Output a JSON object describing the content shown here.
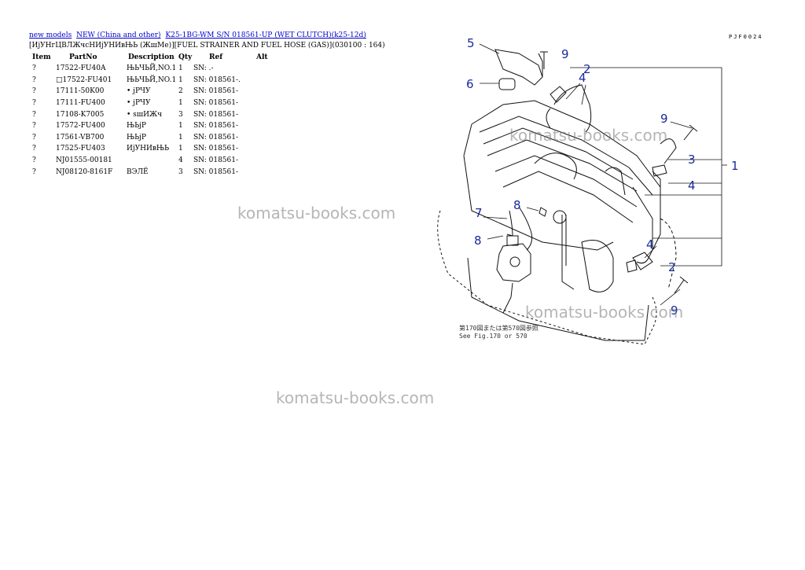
{
  "breadcrumb": {
    "link1": "new models",
    "link2": "NEW (China and other)",
    "link3": "K25-1BG-WM S/N 018561-UP (WET CLUTCH)(k25-12d)"
  },
  "subtitle": "[ИјУНгЦВЛЖчсНИјУНИвЊЬ (ЖшМе)][FUEL STRAINER AND FUEL HOSE (GAS)](030100 : 164)",
  "table": {
    "headers": {
      "item": "Item",
      "part": "PartNo",
      "desc": "Description",
      "qty": "Qty",
      "ref": "Ref",
      "alt": "Alt"
    },
    "rows": [
      {
        "item": "?",
        "part": "17522-FU40A",
        "desc": "ЊЬЧЬЙ,NO.1",
        "qty": "1",
        "ref": "SN: .-"
      },
      {
        "item": "?",
        "part": "□17522-FU401",
        "desc": "ЊЬЧЬЙ,NO.1",
        "qty": "1",
        "ref": "SN: 018561-."
      },
      {
        "item": "?",
        "part": "17111-50K00",
        "desc": "• јРЧУ",
        "qty": "2",
        "ref": "SN: 018561-"
      },
      {
        "item": "?",
        "part": "17111-FU400",
        "desc": "• јРЧУ",
        "qty": "1",
        "ref": "SN: 018561-"
      },
      {
        "item": "?",
        "part": "17108-K7005",
        "desc": "• ѕшИЖч",
        "qty": "3",
        "ref": "SN: 018561-"
      },
      {
        "item": "?",
        "part": "17572-FU400",
        "desc": "ЊЬјР",
        "qty": "1",
        "ref": "SN: 018561-"
      },
      {
        "item": "?",
        "part": "17561-VB700",
        "desc": "ЊЬјР",
        "qty": "1",
        "ref": "SN: 018561-"
      },
      {
        "item": "?",
        "part": "17525-FU403",
        "desc": "ИјУНИвЊЬ",
        "qty": "1",
        "ref": "SN: 018561-"
      },
      {
        "item": "?",
        "part": "NJ01555-00181",
        "desc": "",
        "qty": "4",
        "ref": "SN: 018561-"
      },
      {
        "item": "?",
        "part": "NJ08120-8161F",
        "desc": "ВЭЛЁ",
        "qty": "3",
        "ref": "SN: 018561-"
      }
    ]
  },
  "diagram": {
    "code": "PJF0024",
    "caption_line1": "第170図または第570図参照",
    "caption_line2": "See Fig.170 or 570",
    "callouts": {
      "c1": "1",
      "c2a": "2",
      "c2b": "2",
      "c3": "3",
      "c4a": "4",
      "c4b": "4",
      "c4c": "4",
      "c5": "5",
      "c6": "6",
      "c7": "7",
      "c8a": "8",
      "c8b": "8",
      "c9a": "9",
      "c9b": "9",
      "c9c": "9"
    },
    "accent_color": "#1a2a9c"
  },
  "watermark": "komatsu-books.com"
}
